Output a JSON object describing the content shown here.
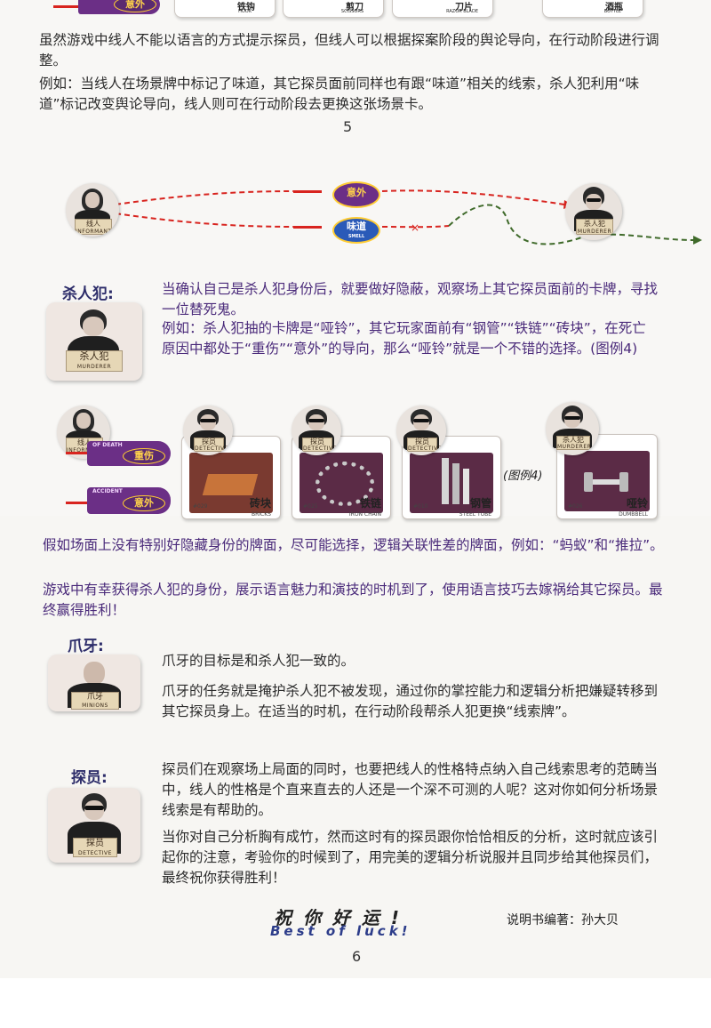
{
  "top_strip": {
    "banner_label": "意外",
    "clues": [
      {
        "cn": "铁钩",
        "en": "HOOK"
      },
      {
        "cn": "剪刀",
        "en": "SCISSORS"
      },
      {
        "cn": "刀片",
        "en": "RAZOR BLADE"
      },
      {
        "cn": "酒瓶",
        "en": "BOTTLE"
      }
    ]
  },
  "intro": {
    "p1": "虽然游戏中线人不能以语言的方式提示探员，但线人可以根据探案阶段的舆论导向，在行动阶段进行调整。",
    "p2": "例如：当线人在场景牌中标记了味道，其它探员面前同样也有跟“味道”相关的线索，杀人犯利用“味道”标记改变舆论导向，线人则可在行动阶段去更换这张场景卡。"
  },
  "page5": "5",
  "flow": {
    "informant_cn": "线人",
    "informant_en": "INFORMANT",
    "murderer_cn": "杀人犯",
    "murderer_en": "MURDERER",
    "token_accident": "意外",
    "token_smell": "味道",
    "token_smell_en": "SMELL"
  },
  "murderer": {
    "title": "杀人犯:",
    "card_cn": "杀人犯",
    "card_en": "MURDERER",
    "p1": "当确认自己是杀人犯身份后，就要做好隐蔽，观察场上其它探员面前的卡牌，寻找一位替死鬼。",
    "p2": "例如：杀人犯抽的卡牌是“哑铃”，其它玩家面前有“钢管”“铁链”“砖块”，在死亡原因中都处于“重伤”“意外”的导向，那么“哑铃”就是一个不错的选择。(图例4)"
  },
  "example4": {
    "caption": "(图例4)",
    "informant_cn": "线人",
    "informant_en": "INFORMANT",
    "cause_label": "OF DEATH",
    "banner1": "重伤",
    "banner2": "意外",
    "banner2_en": "ACCIDENT",
    "detective_cn": "探员",
    "detective_en": "DETECTIVE",
    "cards": [
      {
        "cn": "砖块",
        "en": "BRICKS",
        "num": "#029"
      },
      {
        "cn": "铁链",
        "en": "IRON CHAIN",
        "num": "#025"
      },
      {
        "cn": "钢管",
        "en": "STEEL TUBE",
        "num": "#010"
      },
      {
        "cn": "哑铃",
        "en": "DUMBBELL",
        "num": "#026"
      }
    ],
    "murderer_cn": "杀人犯",
    "murderer_en": "MURDERER"
  },
  "middle": {
    "p1": "假如场面上没有特别好隐藏身份的牌面，尽可能选择，逻辑关联性差的牌面，例如：“蚂蚁”和“推拉”。",
    "p2": "游戏中有幸获得杀人犯的身份，展示语言魅力和演技的时机到了，使用语言技巧去嫁祸给其它探员。最终赢得胜利！"
  },
  "accomplice": {
    "title": "爪牙:",
    "card_cn": "爪牙",
    "card_en": "MINIONS",
    "p1": "爪牙的目标是和杀人犯一致的。",
    "p2": "爪牙的任务就是掩护杀人犯不被发现，通过你的掌控能力和逻辑分析把嫌疑转移到其它探员身上。在适当的时机，在行动阶段帮杀人犯更换“线索牌”。"
  },
  "detective": {
    "title": "探员:",
    "card_cn": "探员",
    "card_en": "DETECTIVE",
    "p1": "探员们在观察场上局面的同时，也要把线人的性格特点纳入自己线索思考的范畴当中，线人的性格是个直来直去的人还是一个深不可测的人呢？这对你如何分析场景线索是有帮助的。",
    "p2": "当你对自己分析胸有成竹，然而这时有的探员跟你恰恰相反的分析，这时就应该引起你的注意，考验你的时候到了，用完美的逻辑分析说服并且同步给其他探员们，最终祝你获得胜利！"
  },
  "footer": {
    "wish_cn": "祝 你 好 运 !",
    "wish_en": "Best of luck!",
    "author": "说明书编著：孙大贝",
    "page6": "6"
  },
  "colors": {
    "purple_text": "#4a2a7a",
    "heading": "#2d2d6a",
    "banner": "#6b2f86",
    "arrow_red": "#d8241f",
    "dash_green": "#3f6a2a"
  }
}
